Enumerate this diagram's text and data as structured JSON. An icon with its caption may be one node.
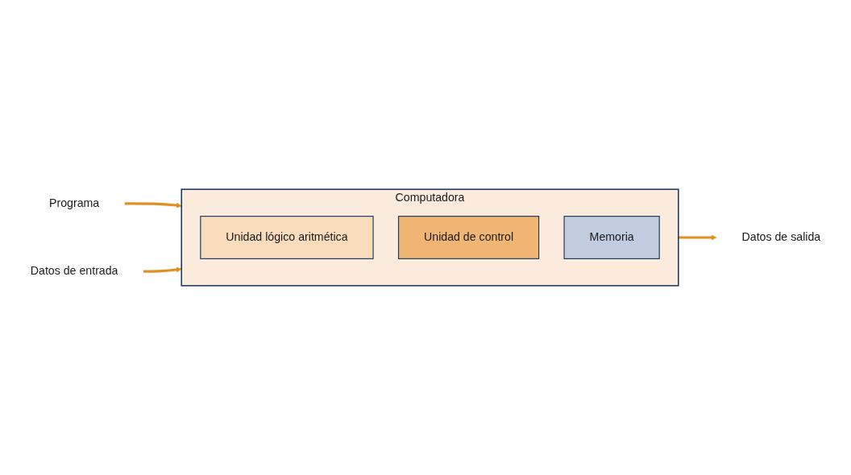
{
  "diagram": {
    "nodes": [
      {
        "text": [
          "Computadora"
        ]
      },
      {
        "text": [
          "Unidad lógico aritmética"
        ],
        "in": 0
      },
      {
        "text": [
          "Unidad de control"
        ],
        "in": 0
      },
      {
        "text": [
          "Memoria"
        ],
        "in": 0
      },
      {
        "text": [
          "Programa"
        ]
      },
      {
        "text": [
          "Datos de entrada"
        ]
      },
      {
        "text": [
          "Datos de salida"
        ]
      }
    ],
    "edges": [
      {
        "from": 4,
        "to": 0,
        "arrow": "to"
      },
      {
        "from": 5,
        "to": 0,
        "arrow": "to"
      },
      {
        "from": 0,
        "to": 6,
        "arrow": "to"
      }
    ]
  }
}
